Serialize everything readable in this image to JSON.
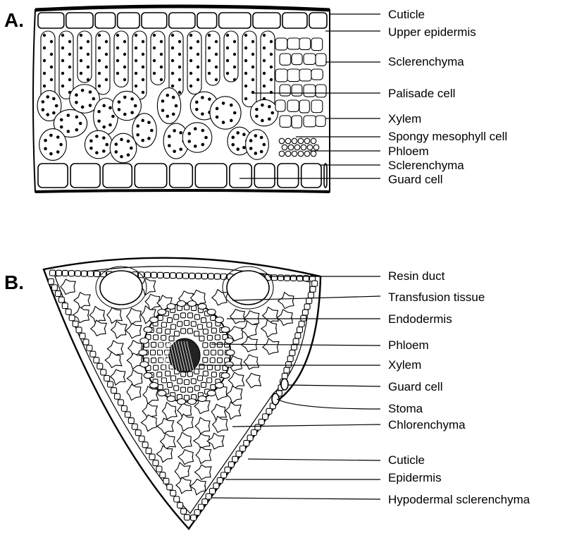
{
  "panel_a": {
    "letter": "A.",
    "labels": [
      "Cuticle",
      "Upper epidermis",
      "Sclerenchyma",
      "Palisade cell",
      "Xylem",
      "Spongy mesophyll cell",
      "Phloem",
      "Sclerenchyma",
      "Guard cell"
    ]
  },
  "panel_b": {
    "letter": "B.",
    "labels": [
      "Resin duct",
      "Transfusion tissue",
      "Endodermis",
      "Phloem",
      "Xylem",
      "Guard cell",
      "Stoma",
      "Chlorenchyma",
      "Cuticle",
      "Epidermis",
      "Hypodermal sclerenchyma"
    ]
  }
}
